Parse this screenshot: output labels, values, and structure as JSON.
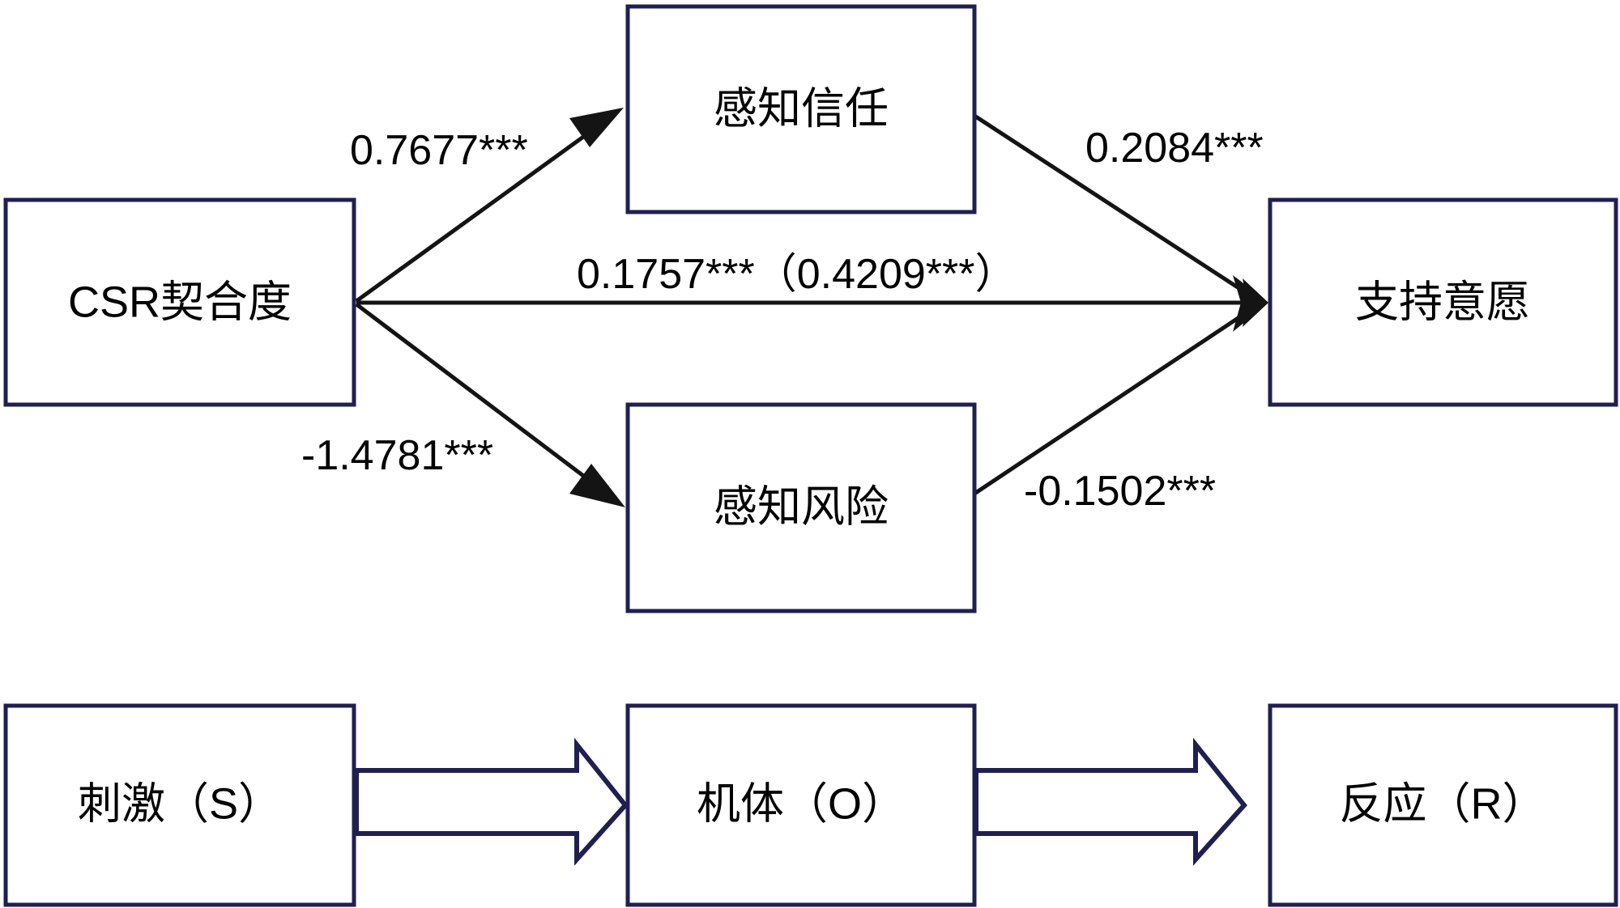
{
  "diagram": {
    "type": "path-model",
    "background_color": "#ffffff",
    "box_border_color": "#1f2050",
    "line_color": "#141414",
    "text_color": "#000000",
    "upper_model": {
      "nodes": [
        {
          "id": "csr",
          "label": "CSR契合度",
          "role": "independent-variable"
        },
        {
          "id": "trust",
          "label": "感知信任",
          "role": "mediator"
        },
        {
          "id": "risk",
          "label": "感知风险",
          "role": "mediator"
        },
        {
          "id": "support",
          "label": "支持意愿",
          "role": "dependent-variable"
        }
      ],
      "edges": [
        {
          "id": "csr-trust",
          "from": "csr",
          "to": "trust",
          "label": "0.7677***",
          "coefficient": 0.7677,
          "significance": "***"
        },
        {
          "id": "trust-support",
          "from": "trust",
          "to": "support",
          "label": "0.2084***",
          "coefficient": 0.2084,
          "significance": "***"
        },
        {
          "id": "csr-support",
          "from": "csr",
          "to": "support",
          "label": "0.1757***（0.4209***）",
          "coefficient": 0.1757,
          "total_effect": 0.4209,
          "significance": "***"
        },
        {
          "id": "csr-risk",
          "from": "csr",
          "to": "risk",
          "label": "-1.4781***",
          "coefficient": -1.4781,
          "significance": "***"
        },
        {
          "id": "risk-support",
          "from": "risk",
          "to": "support",
          "label": "-0.1502***",
          "coefficient": -0.1502,
          "significance": "***"
        }
      ]
    },
    "lower_model": {
      "nodes": [
        {
          "id": "stimulus",
          "label": "刺激（S）"
        },
        {
          "id": "organism",
          "label": "机体（O）"
        },
        {
          "id": "response",
          "label": "反应（R）"
        }
      ],
      "edges": [
        {
          "id": "s-o",
          "from": "stimulus",
          "to": "organism",
          "style": "block-arrow"
        },
        {
          "id": "o-r",
          "from": "organism",
          "to": "response",
          "style": "block-arrow"
        }
      ]
    }
  }
}
